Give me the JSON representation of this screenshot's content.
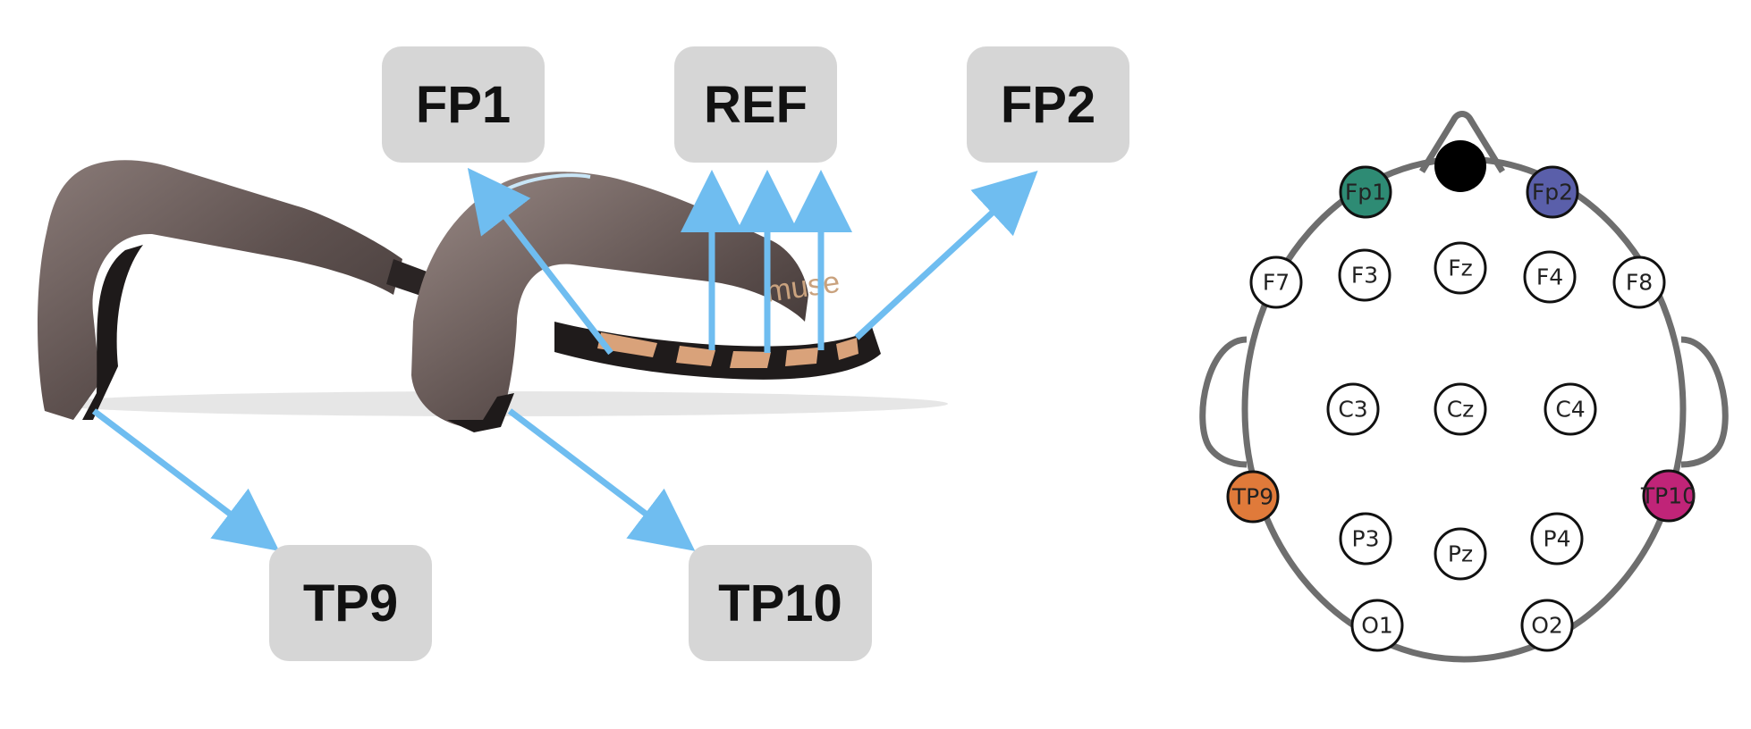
{
  "headband": {
    "brand_logo_text": "muse",
    "labels": {
      "fp1": "FP1",
      "ref": "REF",
      "fp2": "FP2",
      "tp9": "TP9",
      "tp10": "TP10"
    }
  },
  "electrode_map": {
    "electrodes": {
      "fp1": "Fp1",
      "fp2": "Fp2",
      "f7": "F7",
      "f3": "F3",
      "fz": "Fz",
      "f4": "F4",
      "f8": "F8",
      "c3": "C3",
      "cz": "Cz",
      "c4": "C4",
      "tp9": "TP9",
      "tp10": "TP10",
      "p3": "P3",
      "pz": "Pz",
      "p4": "P4",
      "o1": "O1",
      "o2": "O2"
    },
    "colors": {
      "fp1": "#2e8b74",
      "fp2": "#5a5faa",
      "tp9": "#e07a3a",
      "tp10": "#c02478",
      "ref": "#000000",
      "default": "#ffffff",
      "outline": "#6e6e6e"
    }
  },
  "arrow_color": "#6fbdf0"
}
